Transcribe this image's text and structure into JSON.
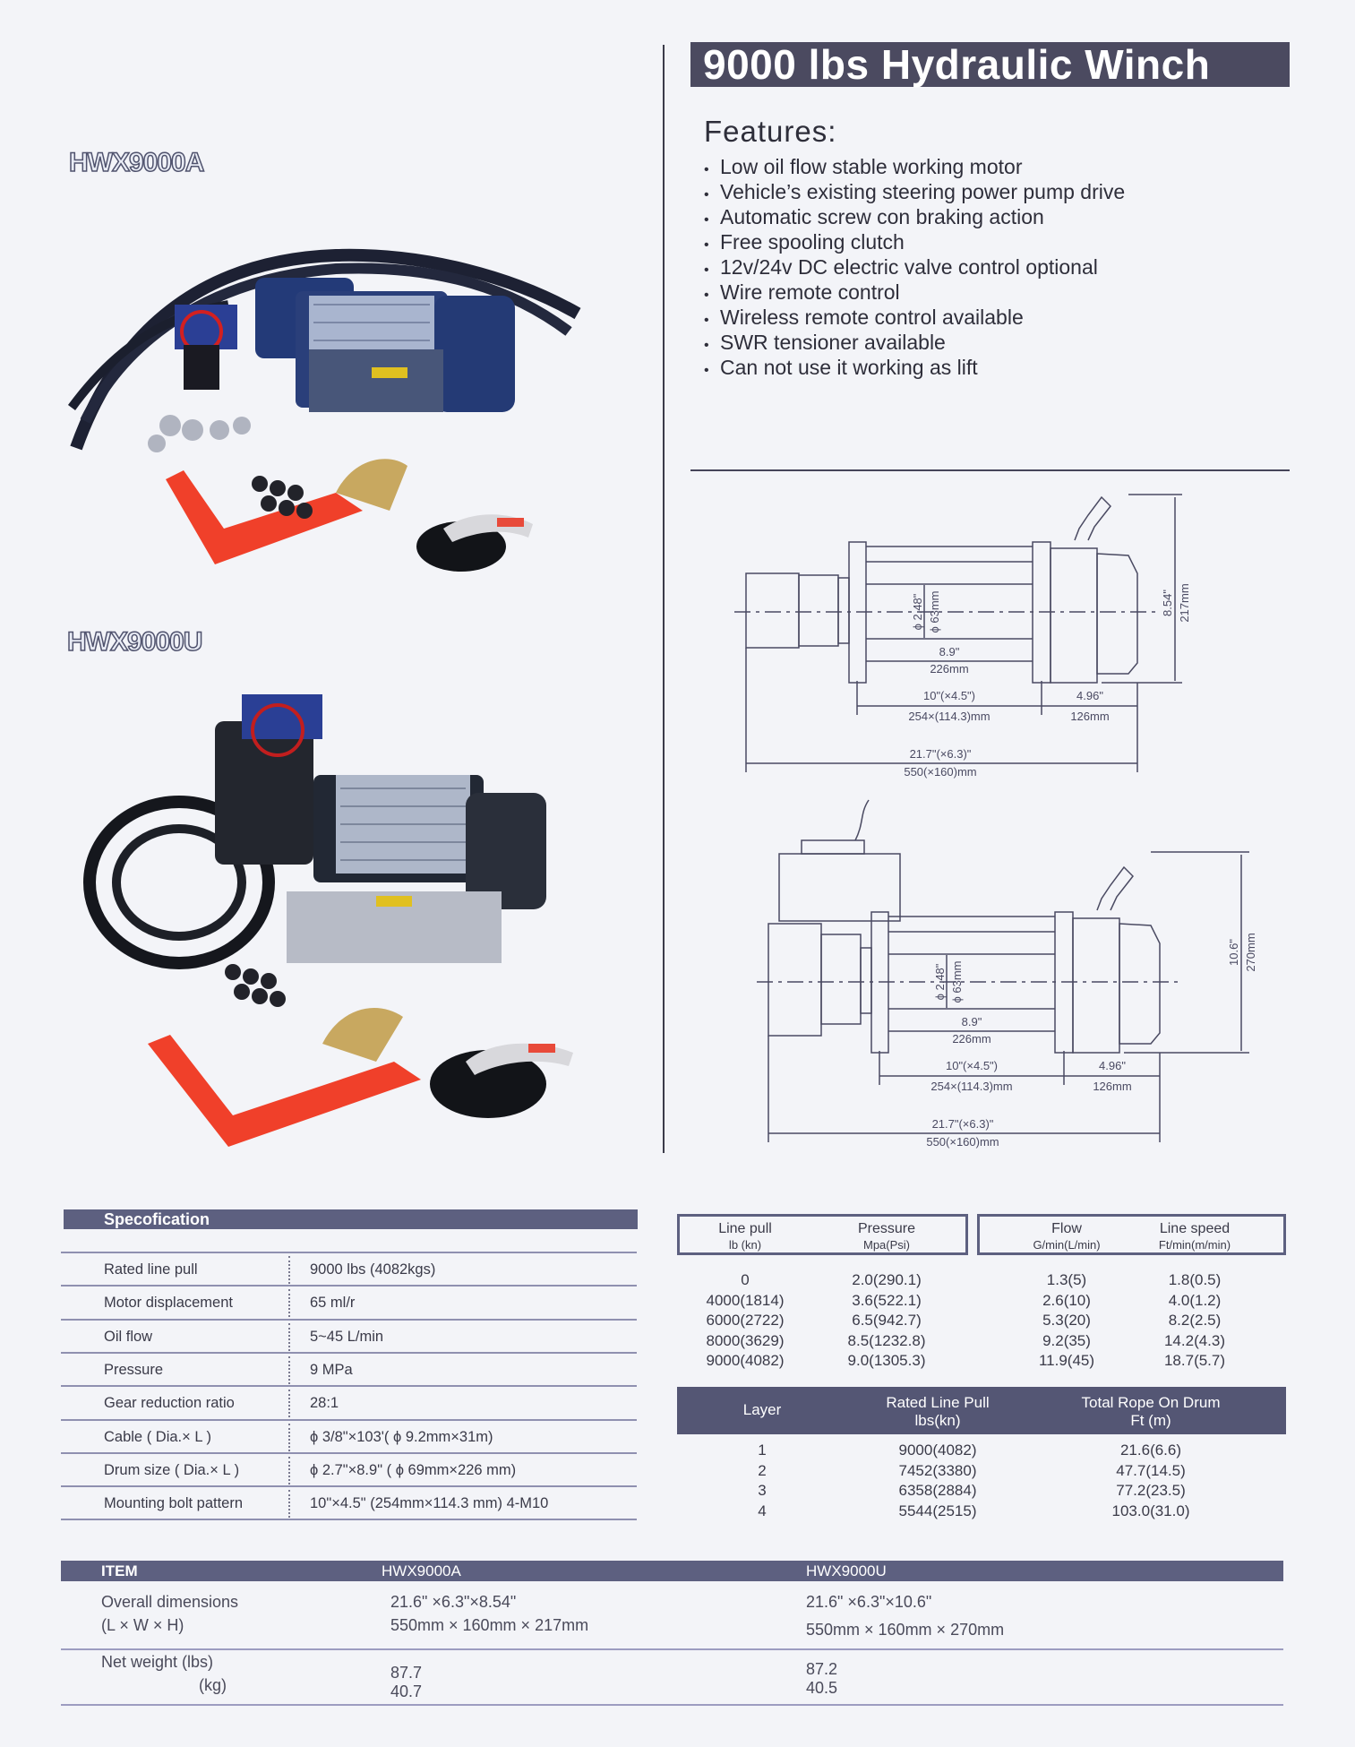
{
  "header": {
    "title": "9000 lbs Hydraulic Winch"
  },
  "features": {
    "heading": "Features:",
    "items": [
      "Low oil flow stable working motor",
      "Vehicle’s existing steering power pump drive",
      "Automatic screw con braking action",
      "Free spooling clutch",
      "12v/24v DC electric valve control optional",
      "Wire remote control",
      "Wireless remote control  available",
      "SWR tensioner available",
      "Can not use it working as lift"
    ]
  },
  "models": {
    "a": "HWX9000A",
    "u": "HWX9000U"
  },
  "diagram_a": {
    "drum_dia_in": "ϕ 2.48\"",
    "drum_dia_mm": "ϕ 63mm",
    "drum_len_in": "8.9\"",
    "drum_len_mm": "226mm",
    "bolt_in": "10\"(×4.5\")",
    "bolt_mm": "254×(114.3)mm",
    "end_in": "4.96\"",
    "end_mm": "126mm",
    "total_in": "21.7\"(×6.3)\"",
    "total_mm": "550(×160)mm",
    "height_in": "8.54\"",
    "height_mm": "217mm"
  },
  "diagram_u": {
    "drum_dia_in": "ϕ 2.48\"",
    "drum_dia_mm": "ϕ 63mm",
    "drum_len_in": "8.9\"",
    "drum_len_mm": "226mm",
    "bolt_in": "10\"(×4.5\")",
    "bolt_mm": "254×(114.3)mm",
    "end_in": "4.96\"",
    "end_mm": "126mm",
    "total_in": "21.7\"(×6.3)\"",
    "total_mm": "550(×160)mm",
    "height_in": "10.6\"",
    "height_mm": "270mm"
  },
  "spec": {
    "heading": "Specofication",
    "rows": [
      {
        "label": "Rated line pull",
        "value": "9000     lbs (4082kgs)"
      },
      {
        "label": "Motor displacement",
        "value": "65 ml/r"
      },
      {
        "label": "Oil flow",
        "value": "5~45 L/min"
      },
      {
        "label": "Pressure",
        "value": "9 MPa"
      },
      {
        "label": "Gear reduction ratio",
        "value": "28:1"
      },
      {
        "label": "Cable ( Dia.× L )",
        "value": "ϕ 3/8\"×103'( ϕ 9.2mm×31m)"
      },
      {
        "label": "Drum size ( Dia.× L )",
        "value": "ϕ 2.7\"×8.9\" ( ϕ 69mm×226 mm)"
      },
      {
        "label": "Mounting bolt pattern",
        "value": "10\"×4.5\" (254mm×114.3 mm) 4-M10"
      }
    ]
  },
  "performance": {
    "headers": [
      {
        "title": "Line pull",
        "unit": "lb (kn)"
      },
      {
        "title": "Pressure",
        "unit": "Mpa(Psi)"
      },
      {
        "title": "Flow",
        "unit": "G/min(L/min)"
      },
      {
        "title": "Line speed",
        "unit": "Ft/min(m/min)"
      }
    ],
    "rows": [
      [
        "0",
        "2.0(290.1)",
        "1.3(5)",
        "1.8(0.5)"
      ],
      [
        "4000(1814)",
        "3.6(522.1)",
        "2.6(10)",
        "4.0(1.2)"
      ],
      [
        "6000(2722)",
        "6.5(942.7)",
        "5.3(20)",
        "8.2(2.5)"
      ],
      [
        "8000(3629)",
        "8.5(1232.8)",
        "9.2(35)",
        "14.2(4.3)"
      ],
      [
        "9000(4082)",
        "9.0(1305.3)",
        "11.9(45)",
        "18.7(5.7)"
      ]
    ]
  },
  "layers": {
    "headers": [
      {
        "title": "Layer",
        "unit": ""
      },
      {
        "title": "Rated  Line  Pull",
        "unit": "lbs(kn)"
      },
      {
        "title": "Total Rope On Drum",
        "unit": "Ft (m)"
      }
    ],
    "rows": [
      [
        "1",
        "9000(4082)",
        "21.6(6.6)"
      ],
      [
        "2",
        "7452(3380)",
        "47.7(14.5)"
      ],
      [
        "3",
        "6358(2884)",
        "77.2(23.5)"
      ],
      [
        "4",
        "5544(2515)",
        "103.0(31.0)"
      ]
    ]
  },
  "comparison": {
    "headers": [
      "ITEM",
      "HWX9000A",
      "HWX9000U"
    ],
    "dims_label_1": "Overall  dimensions",
    "dims_label_2": "(L × W × H)",
    "a_dims_in": "21.6\"  ×6.3\"×8.54\"",
    "a_dims_mm": "550mm × 160mm × 217mm",
    "u_dims_in": "21.6\"  ×6.3\"×10.6\"",
    "u_dims_mm": "550mm × 160mm × 270mm",
    "weight_label_lbs": "Net weight  (lbs)",
    "weight_label_kg": "(kg)",
    "a_lbs": "87.7",
    "a_kg": "40.7",
    "u_lbs": "87.2",
    "u_kg": "40.5"
  }
}
